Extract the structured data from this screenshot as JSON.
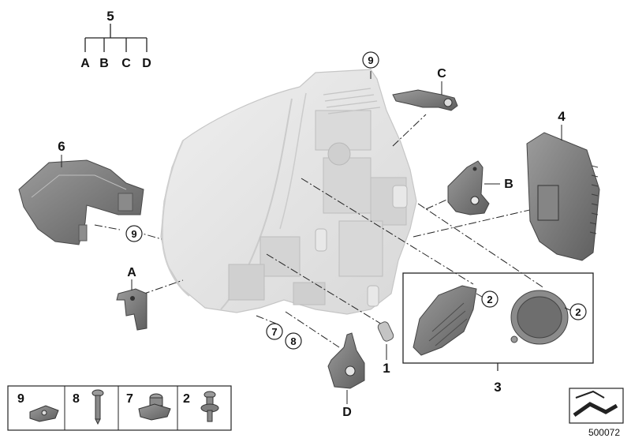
{
  "hierarchy": {
    "top": "5",
    "children": [
      "A",
      "B",
      "C",
      "D"
    ]
  },
  "callouts": {
    "part_1": "1",
    "part_2_left": "2",
    "part_2_right": "2",
    "part_3": "3",
    "part_4": "4",
    "part_6": "6",
    "part_7": "7",
    "part_8": "8",
    "part_9_top": "9",
    "part_9_left": "9",
    "bracket_a": "A",
    "bracket_b": "B",
    "bracket_c": "C",
    "bracket_d": "D"
  },
  "legend": [
    {
      "number": "9",
      "icon": "clip-nut-icon"
    },
    {
      "number": "8",
      "icon": "screw-icon"
    },
    {
      "number": "7",
      "icon": "grommet-nut-icon"
    },
    {
      "number": "2",
      "icon": "flange-screw-icon"
    }
  ],
  "doc_number": "500072",
  "colors": {
    "housing": "#e4e4e4",
    "parts_dark": "#707070",
    "parts_mid": "#9a9a9a",
    "lines": "#222222"
  }
}
